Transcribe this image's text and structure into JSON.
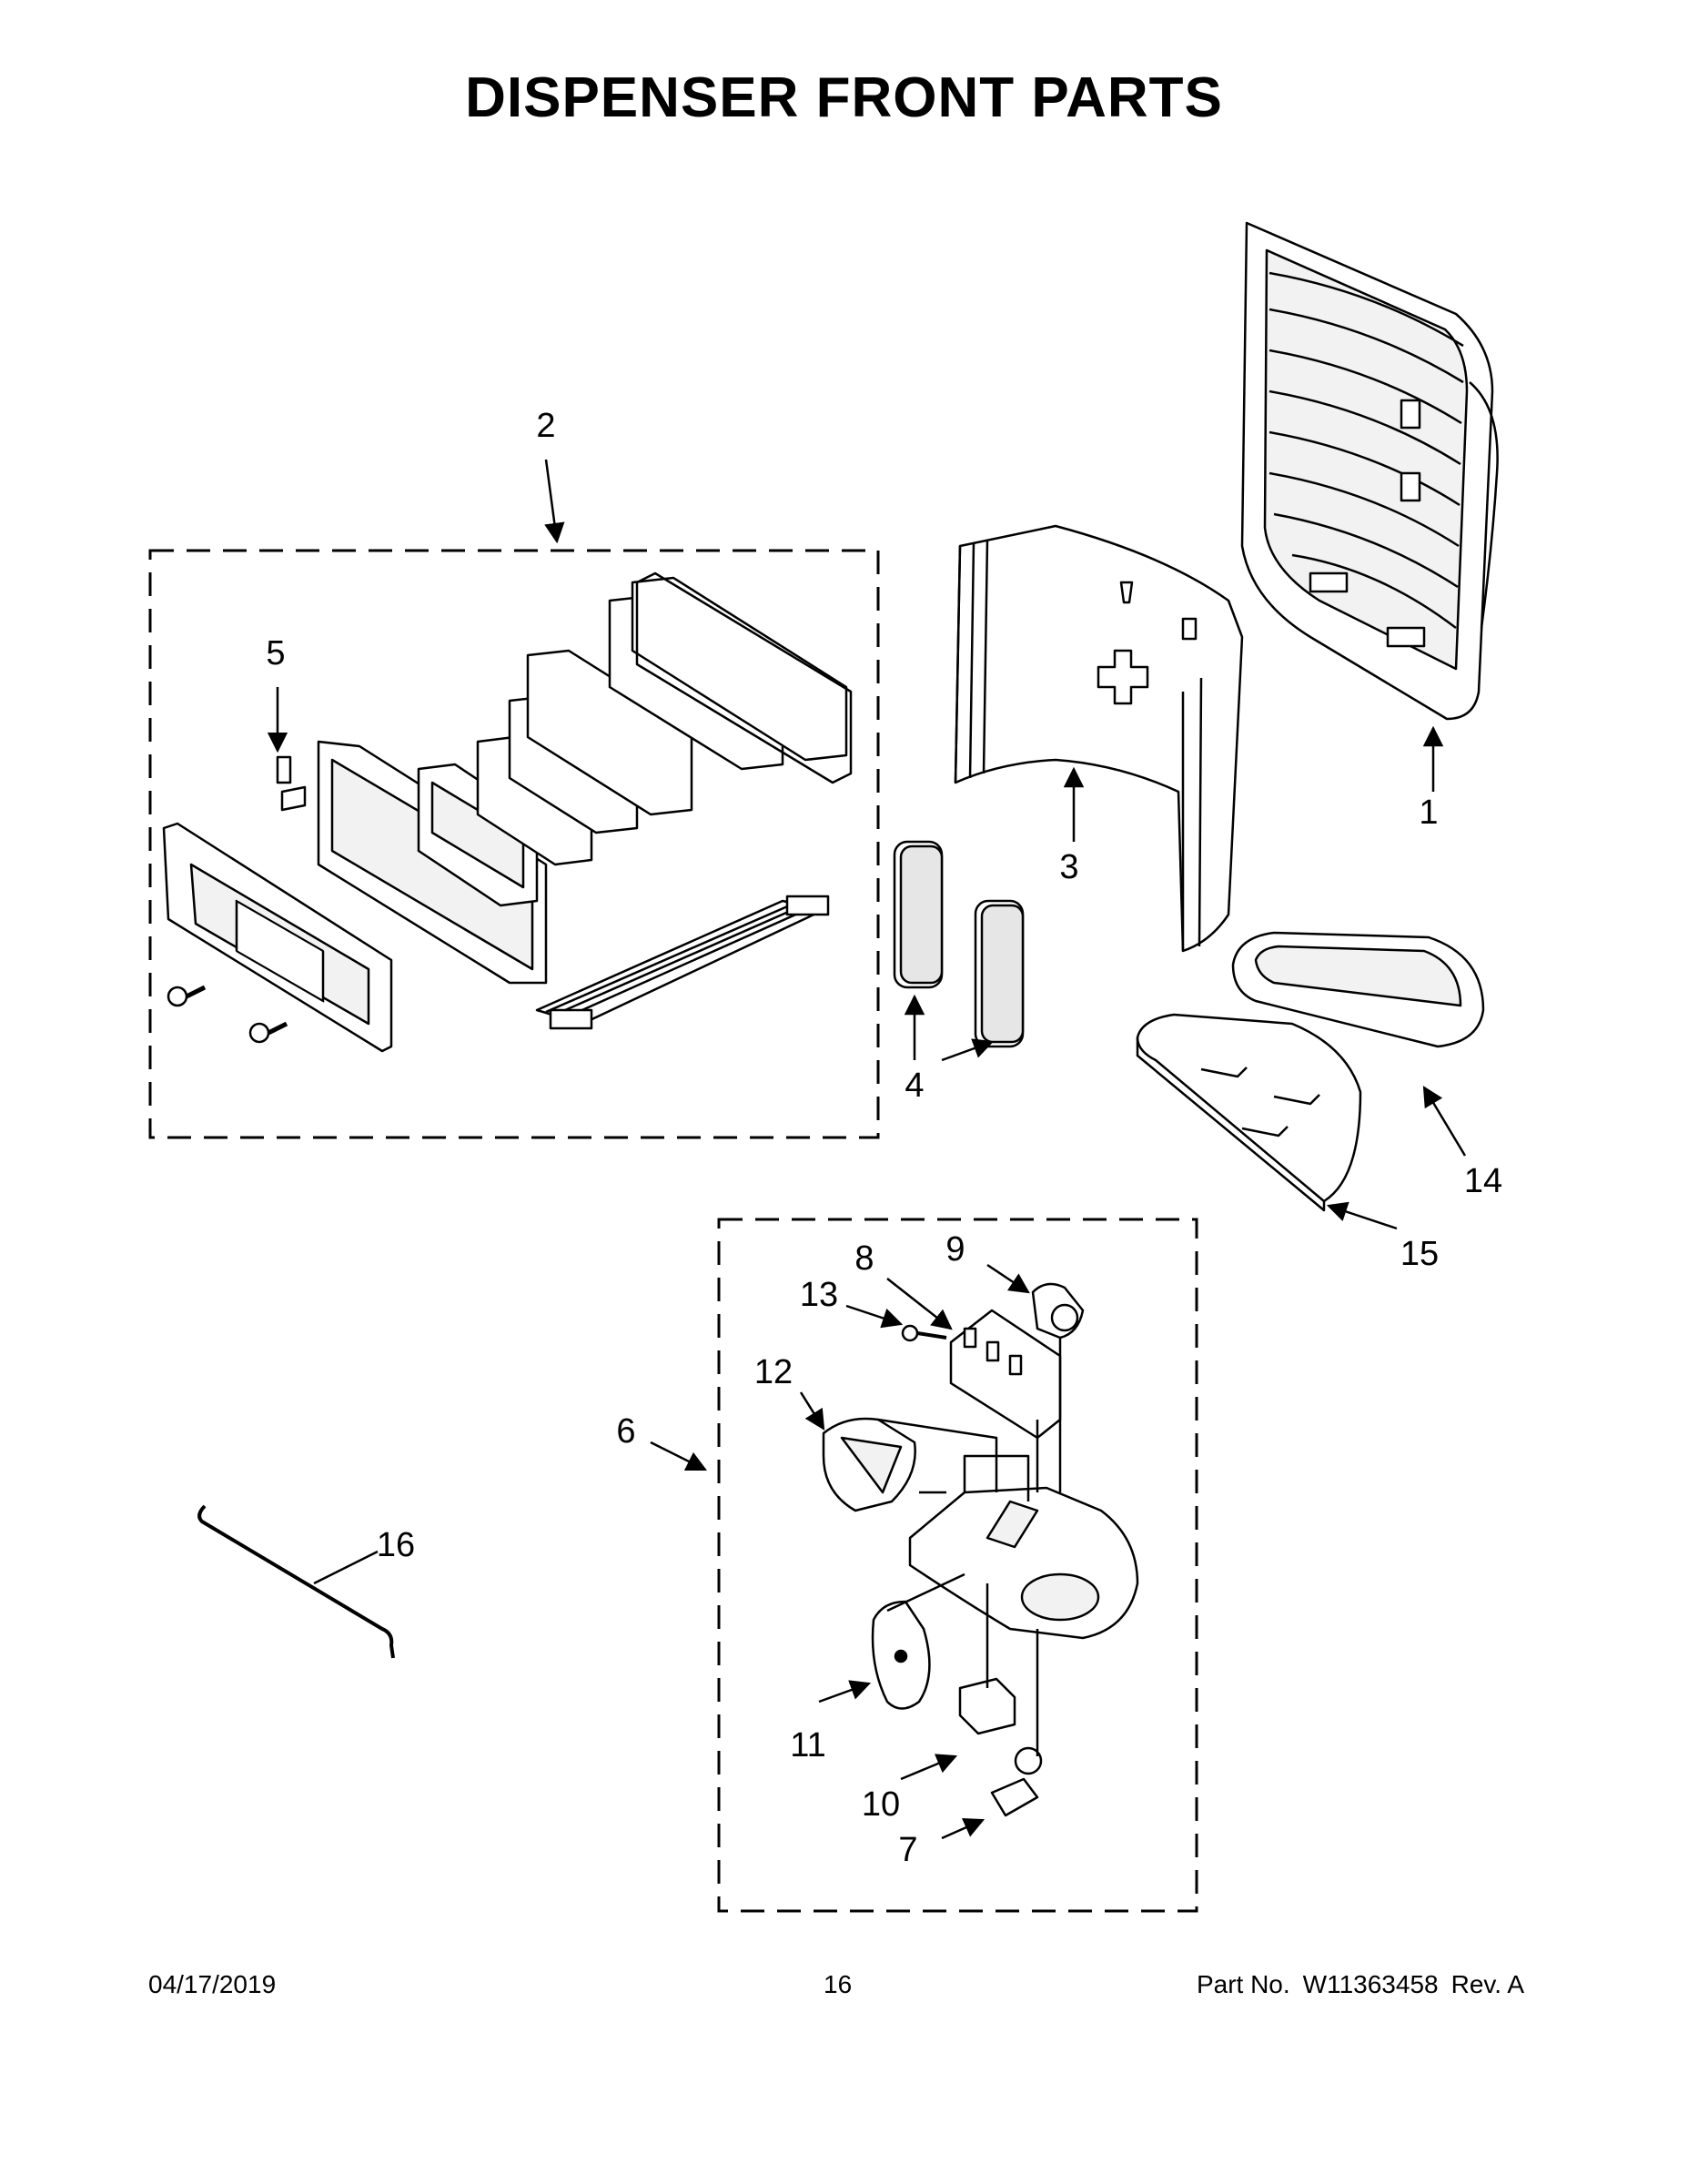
{
  "page": {
    "title": "DISPENSER FRONT PARTS"
  },
  "callouts": [
    "1",
    "2",
    "3",
    "4",
    "5",
    "6",
    "7",
    "8",
    "9",
    "10",
    "11",
    "12",
    "13",
    "14",
    "15",
    "16"
  ],
  "footer": {
    "date": "04/17/2019",
    "page_number": "16",
    "part_label": "Part No.",
    "part_number": "W11363458",
    "revision": "Rev. A"
  }
}
